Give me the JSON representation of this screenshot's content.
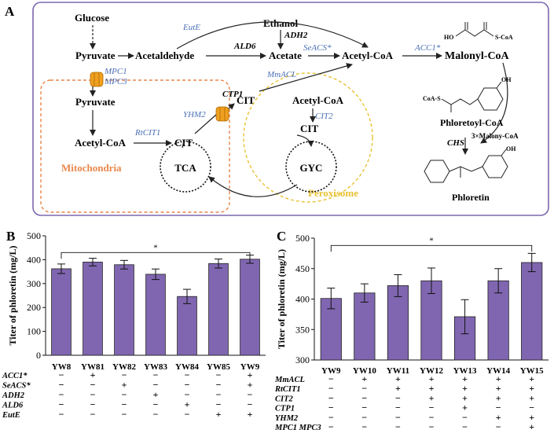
{
  "panel_a": {
    "label": "A",
    "nodes": {
      "glucose": "Glucose",
      "pyruvate": "Pyruvate",
      "acetaldehyde": "Acetaldehyde",
      "ethanol": "Ethanol",
      "acetate": "Acetate",
      "acetyl_coa": "Acetyl-CoA",
      "malonyl_coa": "Malonyl-CoA",
      "mito_pyruvate": "Pyruvate",
      "mito_acetyl_coa": "Acetyl-CoA",
      "mito_cit": "CIT",
      "tca": "TCA",
      "cyto_cit": "CIT",
      "perox_acetyl_coa": "Acetyl-CoA",
      "perox_cit": "CIT",
      "gyc": "GYC",
      "phloretoyl_coa": "Phloretoyl-CoA",
      "phloretin": "Phloretin",
      "malonyl_struct_left": "HO",
      "malonyl_struct_right": "S-CoA",
      "phloretoyl_coa_struct": "CoA-S",
      "ph_struct_oh": "OH",
      "phloretin_oh": "OH",
      "three_malonyl": "3×Malony-CoA"
    },
    "enzymes": {
      "eutE": "EutE",
      "adh2": "ADH2",
      "ald6": "ALD6",
      "seacs": "SeACS*",
      "acc1": "ACC1*",
      "mpc1": "MPC1",
      "mpc3": "MPC3",
      "mmacl": "MmACL",
      "ctp1": "CTP1",
      "yhm2": "YHM2",
      "rtcit1": "RtCIT1",
      "cit2": "CIT2",
      "chs": "CHS"
    },
    "compartments": {
      "mitochondria": "Mitochondria",
      "peroxisome": "Peroxisome"
    },
    "colors": {
      "frame": "#7b68b0",
      "mito": "#e8864a",
      "perox": "#e8c233",
      "transporter": "#f0a020",
      "enzyme_text": "#4a6fb5"
    }
  },
  "chart_data": [
    {
      "panel": "B",
      "type": "bar",
      "ylabel": "Titer of phloretin (mg/L)",
      "ylim": [
        0,
        500
      ],
      "yticks": [
        0,
        100,
        200,
        300,
        400,
        500
      ],
      "categories": [
        "YW8",
        "YW81",
        "YW82",
        "YW83",
        "YW84",
        "YW85",
        "YW9"
      ],
      "values": [
        362,
        390,
        379,
        339,
        246,
        384,
        402
      ],
      "errors": [
        20,
        16,
        18,
        22,
        30,
        19,
        17
      ],
      "bar_color": "#8066b0",
      "significance": {
        "from": 0,
        "to": 6,
        "label": "*"
      },
      "genotype_rows": [
        {
          "gene": "ACC1*",
          "marks": [
            "−",
            "+",
            "−",
            "−",
            "−",
            "−",
            "+"
          ]
        },
        {
          "gene": "SeACS*",
          "marks": [
            "−",
            "−",
            "+",
            "−",
            "−",
            "−",
            "+"
          ]
        },
        {
          "gene": "ADH2",
          "marks": [
            "−",
            "−",
            "−",
            "+",
            "−",
            "−",
            "−"
          ]
        },
        {
          "gene": "ALD6",
          "marks": [
            "−",
            "−",
            "−",
            "−",
            "+",
            "−",
            "−"
          ]
        },
        {
          "gene": "EutE",
          "marks": [
            "−",
            "−",
            "−",
            "−",
            "−",
            "+",
            "+"
          ]
        }
      ]
    },
    {
      "panel": "C",
      "type": "bar",
      "ylabel": "Titer of phloretin (mg/L)",
      "ylim": [
        300,
        500
      ],
      "yticks": [
        300,
        350,
        400,
        450,
        500
      ],
      "categories": [
        "YW9",
        "YW10",
        "YW11",
        "YW12",
        "YW13",
        "YW14",
        "YW15"
      ],
      "values": [
        401,
        410,
        422,
        430,
        371,
        430,
        460
      ],
      "errors": [
        17,
        15,
        18,
        21,
        28,
        20,
        15
      ],
      "bar_color": "#8066b0",
      "significance": {
        "from": 0,
        "to": 6,
        "label": "*"
      },
      "genotype_rows": [
        {
          "gene": "MmACL",
          "marks": [
            "−",
            "+",
            "+",
            "+",
            "+",
            "+",
            "+"
          ]
        },
        {
          "gene": "RtCIT1",
          "marks": [
            "−",
            "−",
            "+",
            "+",
            "+",
            "+",
            "+"
          ]
        },
        {
          "gene": "CIT2",
          "marks": [
            "−",
            "−",
            "−",
            "+",
            "+",
            "+",
            "+"
          ]
        },
        {
          "gene": "CTP1",
          "marks": [
            "−",
            "−",
            "−",
            "−",
            "+",
            "−",
            "−"
          ]
        },
        {
          "gene": "YHM2",
          "marks": [
            "−",
            "−",
            "−",
            "−",
            "−",
            "+",
            "+"
          ]
        },
        {
          "gene": "MPC1 MPC3",
          "marks": [
            "−",
            "−",
            "−",
            "−",
            "−",
            "−",
            "+"
          ]
        }
      ]
    }
  ]
}
